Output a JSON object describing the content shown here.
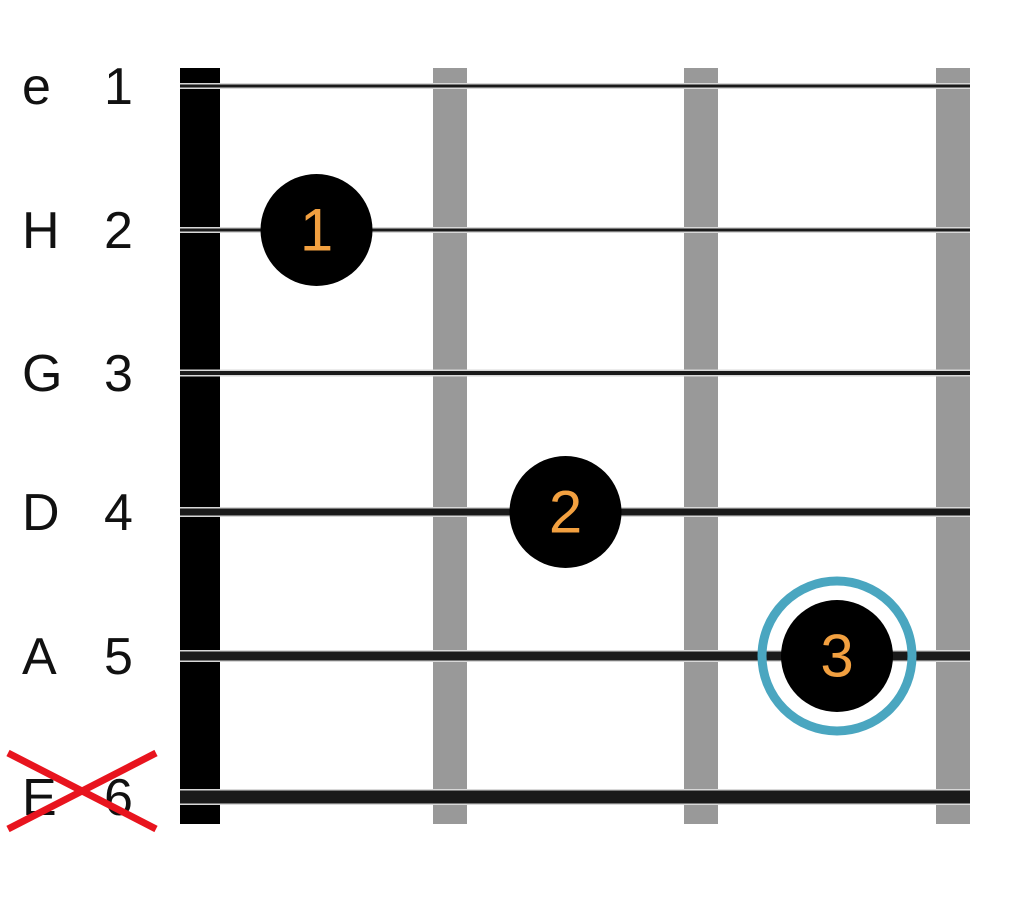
{
  "strings": [
    {
      "name": "e",
      "number": "1",
      "muted": false
    },
    {
      "name": "H",
      "number": "2",
      "muted": false
    },
    {
      "name": "G",
      "number": "3",
      "muted": false
    },
    {
      "name": "D",
      "number": "4",
      "muted": false
    },
    {
      "name": "A",
      "number": "5",
      "muted": false
    },
    {
      "name": "E",
      "number": "6",
      "muted": true
    }
  ],
  "fret_count": 3,
  "fingers": [
    {
      "finger": "1",
      "string": 2,
      "fret": 1,
      "root": false
    },
    {
      "finger": "2",
      "string": 4,
      "fret": 2,
      "root": false
    },
    {
      "finger": "3",
      "string": 5,
      "fret": 3,
      "root": true
    }
  ],
  "colors": {
    "nut": "#000000",
    "fret": "#999999",
    "string": "#1a1a1a",
    "dot": "#000000",
    "finger_number": "#f2a040",
    "root_ring": "#4aa6c0",
    "mute_mark": "#e8141e",
    "label": "#111111"
  }
}
